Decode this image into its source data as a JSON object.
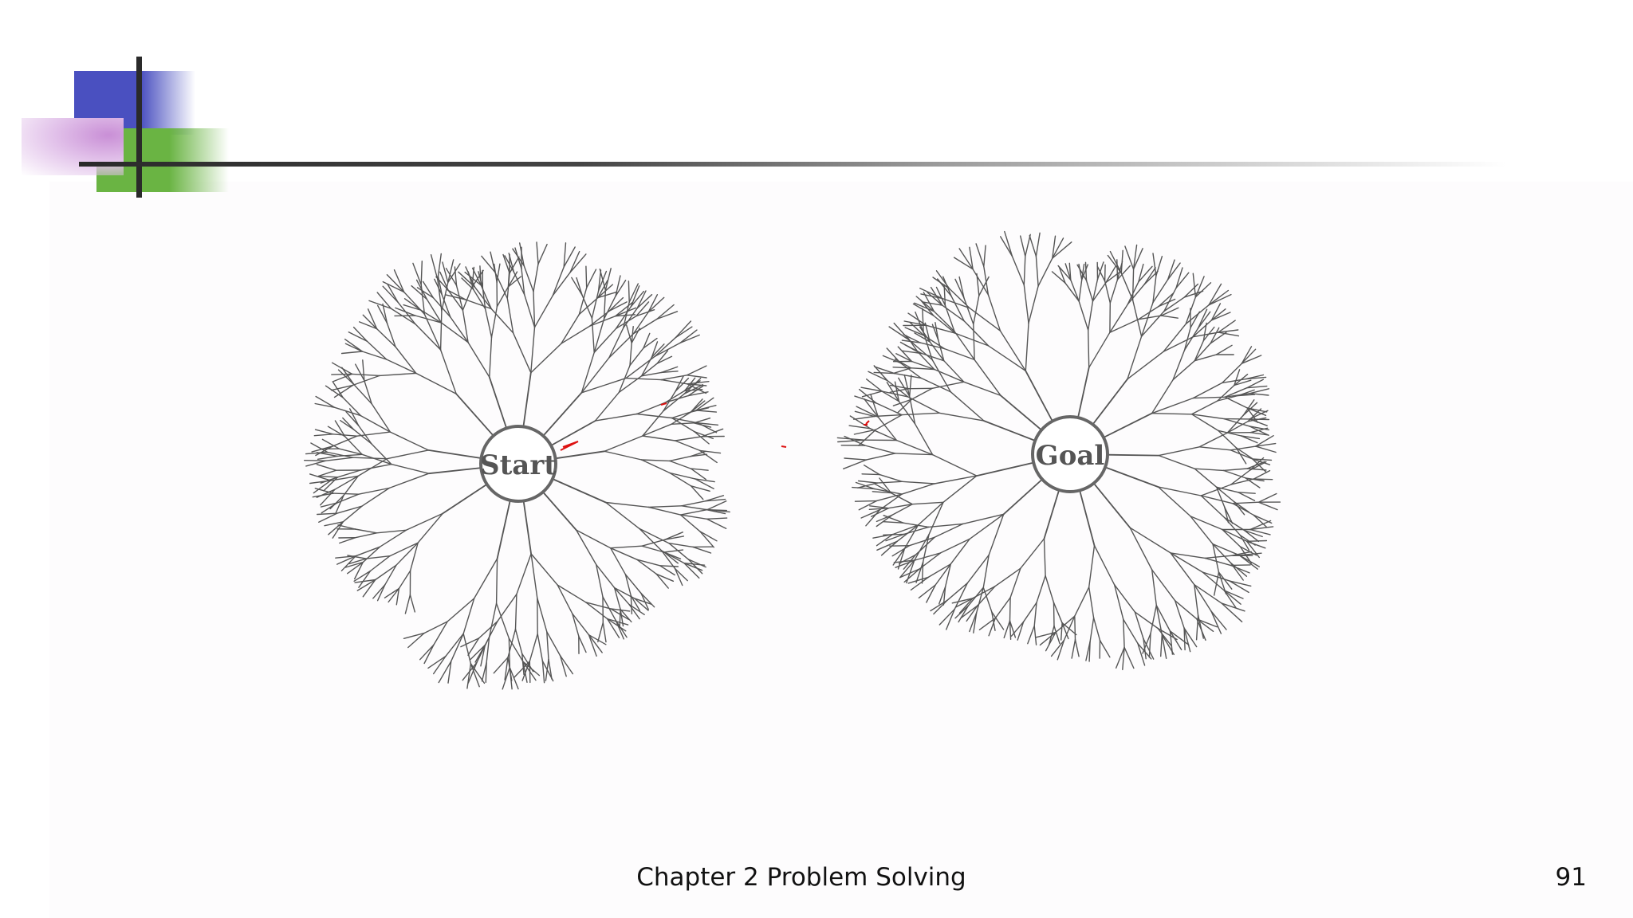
{
  "slide": {
    "footer_title": "Chapter 2 Problem Solving",
    "page_number": "91"
  },
  "diagram": {
    "start_label": "Start",
    "goal_label": "Goal"
  },
  "colors": {
    "accent_blue": "#4a50c0",
    "accent_green": "#6ab443",
    "accent_pink": "#c98fd6",
    "rule_line": "#2a2a2a",
    "tree_line": "#555555"
  }
}
